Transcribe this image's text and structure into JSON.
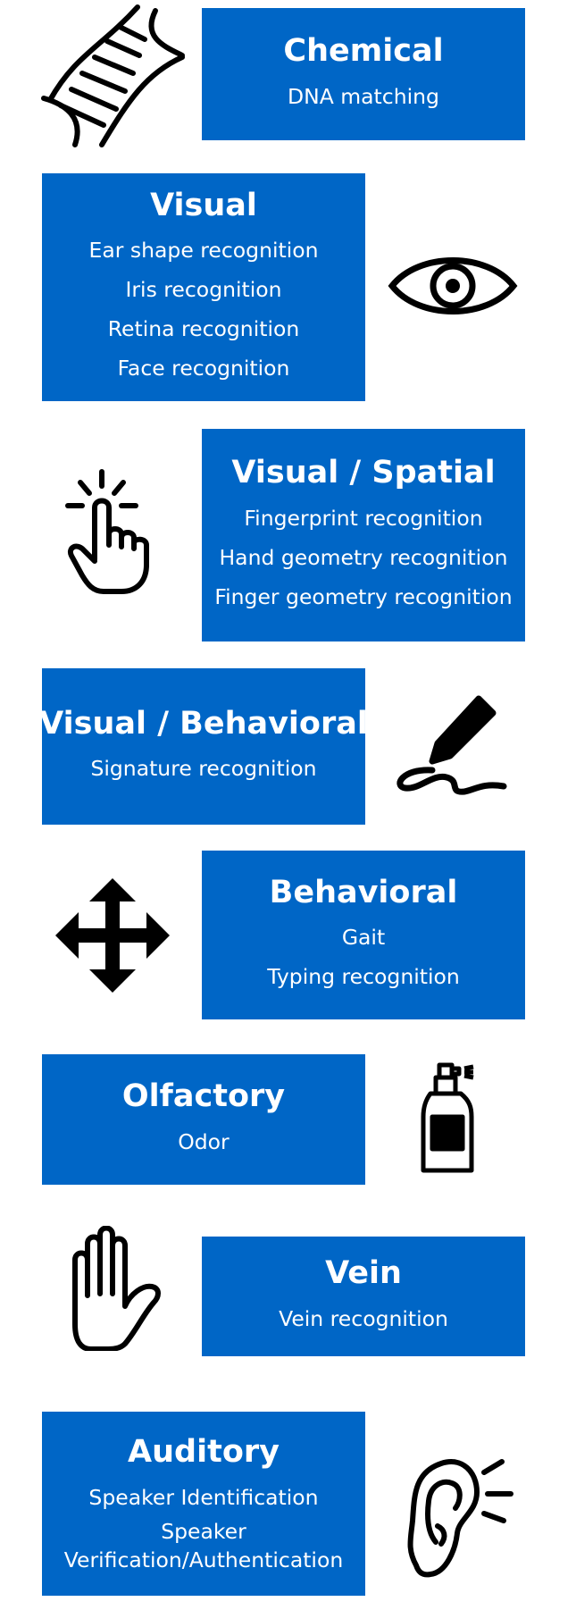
{
  "colors": {
    "card_bg": "#0066C6",
    "card_text": "#FFFFFF",
    "icon": "#000000",
    "page_bg": "#FFFFFF"
  },
  "categories": [
    {
      "title": "Chemical",
      "items": [
        "DNA matching"
      ],
      "icon": "dna-icon"
    },
    {
      "title": "Visual",
      "items": [
        "Ear shape recognition",
        "Iris recognition",
        "Retina recognition",
        "Face recognition"
      ],
      "icon": "eye-icon"
    },
    {
      "title": "Visual / Spatial",
      "items": [
        "Fingerprint recognition",
        "Hand geometry recognition",
        "Finger geometry recognition"
      ],
      "icon": "touch-hand-icon"
    },
    {
      "title": "Visual / Behavioral",
      "items": [
        "Signature recognition"
      ],
      "icon": "signature-pen-icon"
    },
    {
      "title": "Behavioral",
      "items": [
        "Gait",
        "Typing recognition"
      ],
      "icon": "move-arrows-icon"
    },
    {
      "title": "Olfactory",
      "items": [
        "Odor"
      ],
      "icon": "perfume-bottle-icon"
    },
    {
      "title": "Vein",
      "items": [
        "Vein recognition"
      ],
      "icon": "open-hand-icon"
    },
    {
      "title": "Auditory",
      "items": [
        "Speaker Identification",
        "Speaker Verification/Authentication"
      ],
      "icon": "ear-icon"
    }
  ]
}
